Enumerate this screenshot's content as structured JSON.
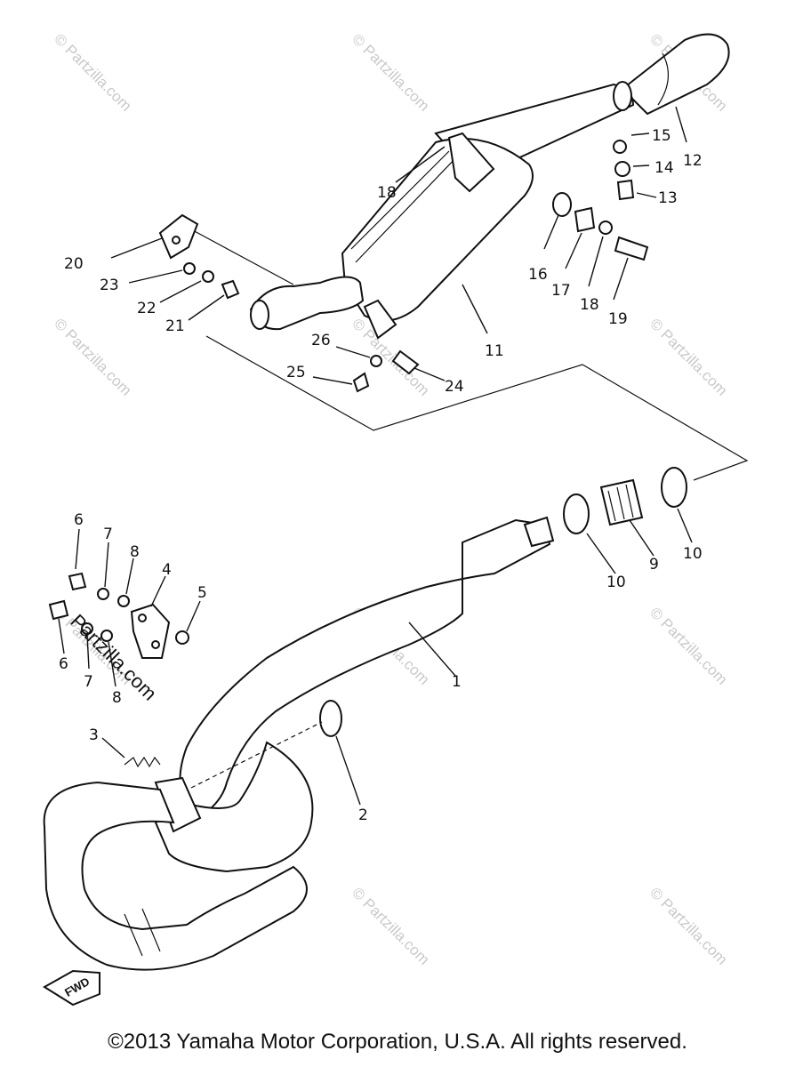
{
  "watermark_text": "© Partzilla.com",
  "stamp_text": "Partzilla.com",
  "fwd_label": "FWD",
  "copyright": "©2013 Yamaha Motor Corporation, U.S.A. All rights reserved.",
  "callouts": [
    {
      "id": "c1",
      "text": "1"
    },
    {
      "id": "c2",
      "text": "2"
    },
    {
      "id": "c3",
      "text": "3"
    },
    {
      "id": "c4",
      "text": "4"
    },
    {
      "id": "c5",
      "text": "5"
    },
    {
      "id": "c6a",
      "text": "6"
    },
    {
      "id": "c6b",
      "text": "6"
    },
    {
      "id": "c7a",
      "text": "7"
    },
    {
      "id": "c7b",
      "text": "7"
    },
    {
      "id": "c8a",
      "text": "8"
    },
    {
      "id": "c8b",
      "text": "8"
    },
    {
      "id": "c9",
      "text": "9"
    },
    {
      "id": "c10a",
      "text": "10"
    },
    {
      "id": "c10b",
      "text": "10"
    },
    {
      "id": "c11",
      "text": "11"
    },
    {
      "id": "c12",
      "text": "12"
    },
    {
      "id": "c13",
      "text": "13"
    },
    {
      "id": "c14",
      "text": "14"
    },
    {
      "id": "c15",
      "text": "15"
    },
    {
      "id": "c16",
      "text": "16"
    },
    {
      "id": "c17",
      "text": "17"
    },
    {
      "id": "c18a",
      "text": "18"
    },
    {
      "id": "c18b",
      "text": "18"
    },
    {
      "id": "c19",
      "text": "19"
    },
    {
      "id": "c20",
      "text": "20"
    },
    {
      "id": "c21",
      "text": "21"
    },
    {
      "id": "c22",
      "text": "22"
    },
    {
      "id": "c23",
      "text": "23"
    },
    {
      "id": "c24",
      "text": "24"
    },
    {
      "id": "c25",
      "text": "25"
    },
    {
      "id": "c26",
      "text": "26"
    }
  ]
}
